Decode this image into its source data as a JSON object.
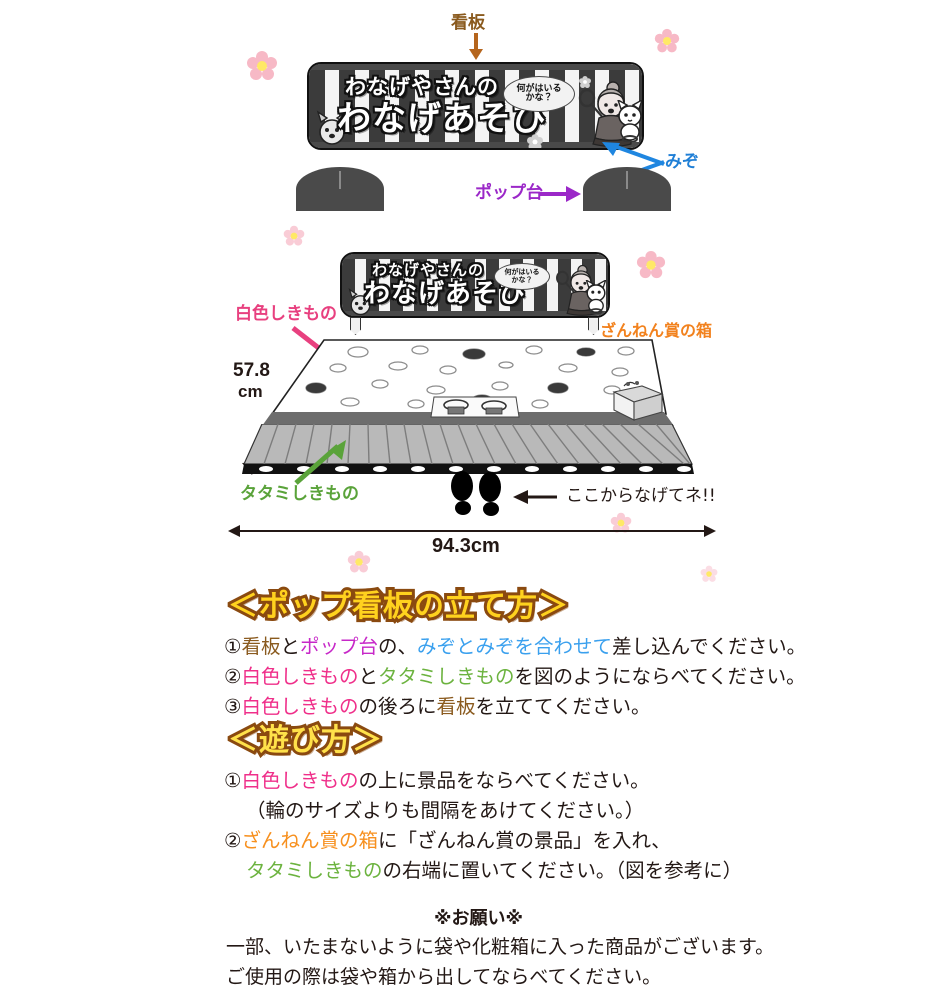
{
  "document": {
    "title": "わなげあそび セット説明",
    "background_color": "#ffffff"
  },
  "colors": {
    "kanban": "#8a5a1e",
    "mizo": "#1f7fd6",
    "poppudai": "#9b28c8",
    "shiroiro_shikimono": "#e8407f",
    "tatami_shikimono": "#5aa33a",
    "zannen_box": "#f2821e",
    "black_text": "#231815",
    "heading_fill": "#ffd21e",
    "heading_stroke": "#8a4a10",
    "flower_petal": "#f9bcc8",
    "flower_center": "#ffe14a"
  },
  "banner": {
    "line1": "わなげやさんの",
    "line2": "わなげあそび",
    "speech_bubble": "何がはいる\nかな？",
    "speech_line1": "何がはいる",
    "speech_line2": "かな？"
  },
  "diagram_top": {
    "kanban_label": "看板",
    "mizo_label": "みぞ",
    "poppudai_label": "ポップ台"
  },
  "diagram_bottom": {
    "white_mat_label": "白色しきもの",
    "tatami_label": "タタミしきもの",
    "zannen_box_label": "ざんねん賞の箱",
    "throw_here_label": "ここからなげてネ!!",
    "depth_value": "57.8",
    "depth_unit": "cm",
    "width_value": "94.3cm"
  },
  "section_setup": {
    "heading": "＜ポップ看板の立て方＞",
    "steps": [
      {
        "number": "①",
        "parts": [
          {
            "text": "看板",
            "color": "kanban"
          },
          {
            "text": "と",
            "color": "black"
          },
          {
            "text": "ポップ台",
            "color": "poppudai"
          },
          {
            "text": "の、",
            "color": "black"
          },
          {
            "text": "みぞとみぞを合わせて",
            "color": "mizo"
          },
          {
            "text": "差し込んでください。",
            "color": "black"
          }
        ]
      },
      {
        "number": "②",
        "parts": [
          {
            "text": "白色しきもの",
            "color": "shiroiro"
          },
          {
            "text": "と",
            "color": "black"
          },
          {
            "text": "タタミしきもの",
            "color": "tatami"
          },
          {
            "text": "を図のようにならべてください。",
            "color": "black"
          }
        ]
      },
      {
        "number": "③",
        "parts": [
          {
            "text": "白色しきもの",
            "color": "shiroiro"
          },
          {
            "text": "の後ろに",
            "color": "black"
          },
          {
            "text": "看板",
            "color": "kanban"
          },
          {
            "text": "を立ててください。",
            "color": "black"
          }
        ]
      }
    ]
  },
  "section_play": {
    "heading": "＜遊び方＞",
    "steps": [
      {
        "number": "①",
        "parts": [
          {
            "text": "白色しきもの",
            "color": "shiroiro"
          },
          {
            "text": "の上に景品をならべてください。",
            "color": "black"
          }
        ]
      },
      {
        "number": "",
        "indent": true,
        "parts": [
          {
            "text": "（輪のサイズよりも間隔をあけてください。）",
            "color": "black"
          }
        ]
      },
      {
        "number": "②",
        "parts": [
          {
            "text": "ざんねん賞の箱",
            "color": "zannen"
          },
          {
            "text": "に「ざんねん賞の景品」を入れ、",
            "color": "black"
          }
        ]
      },
      {
        "number": "",
        "indent": true,
        "parts": [
          {
            "text": "タタミしきもの",
            "color": "tatami"
          },
          {
            "text": "の右端に置いてください。（図を参考に）",
            "color": "black"
          }
        ]
      }
    ]
  },
  "footer": {
    "title": "※お願い※",
    "line1": "一部、いたまないように袋や化粧箱に入った商品がございます。",
    "line2": "ご使用の際は袋や箱から出してならべてください。"
  },
  "icons": {
    "arrow_down": "arrow-down-icon",
    "arrow_right": "arrow-right-icon",
    "arrow_left": "arrow-left-icon",
    "footprints": "footprints-icon",
    "flower": "flower-icon"
  }
}
